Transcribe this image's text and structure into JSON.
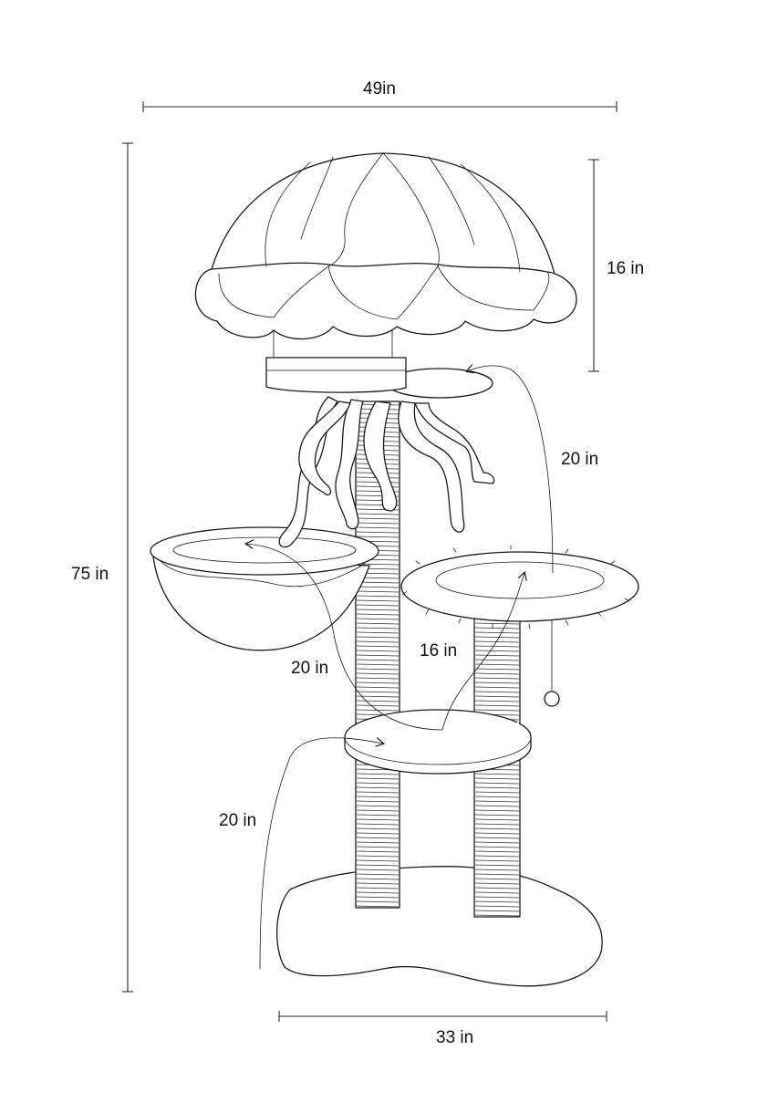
{
  "dimensions": {
    "overall_width": "49in",
    "overall_height": "75 in",
    "canopy_height": "16 in",
    "top_to_right_perch": "20 in",
    "left_basket_to_platform": "20 in",
    "platform_to_right_perch": "16 in",
    "floor_to_platform": "20 in",
    "base_width": "33 in"
  }
}
